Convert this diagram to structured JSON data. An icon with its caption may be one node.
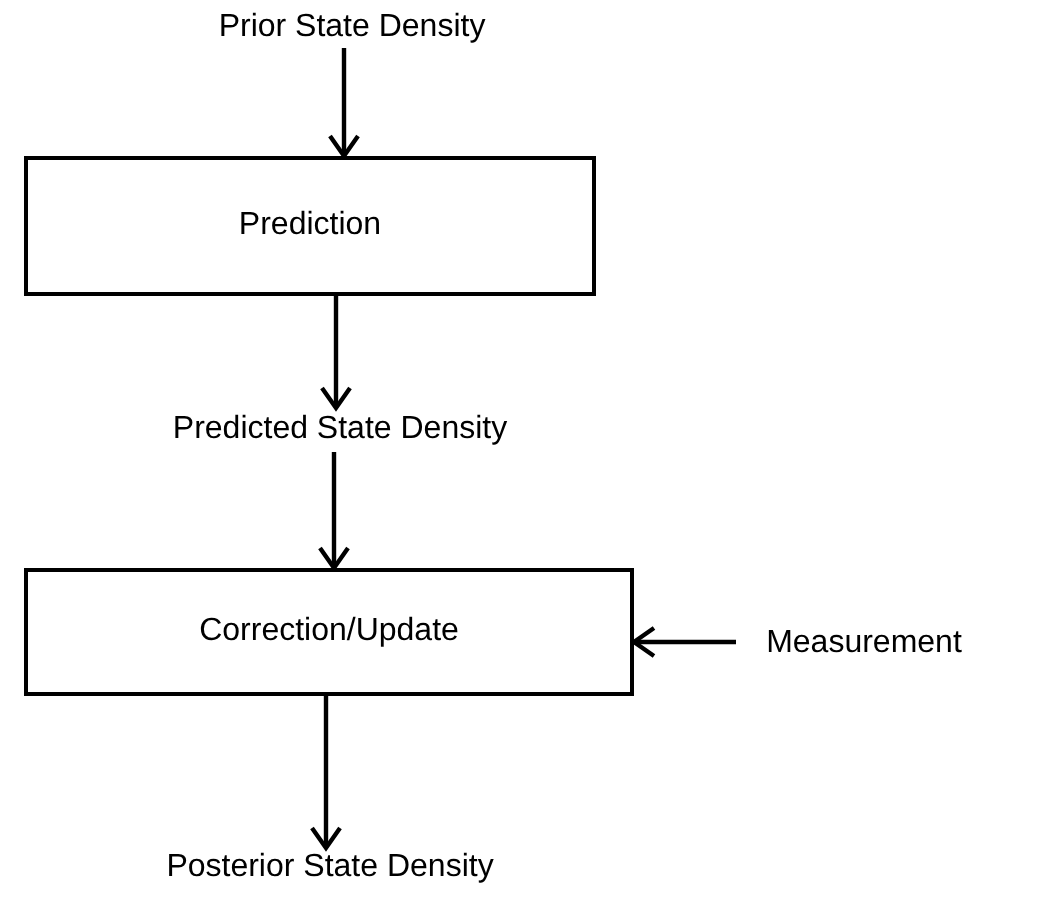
{
  "diagram": {
    "nodes": [
      {
        "text": [
          "Prior State Density"
        ]
      },
      {
        "text": [
          "Prediction"
        ]
      },
      {
        "text": [
          "Predicted State Density"
        ]
      },
      {
        "text": [
          "Correction/Update"
        ]
      },
      {
        "text": [
          "Measurement"
        ]
      },
      {
        "text": [
          "Posterior State Density"
        ]
      }
    ],
    "edges": [
      {
        "from": 0,
        "to": 1,
        "arrow": "to"
      },
      {
        "from": 1,
        "to": 2,
        "arrow": "to"
      },
      {
        "from": 2,
        "to": 3,
        "arrow": "to"
      },
      {
        "from": 4,
        "to": 3,
        "arrow": "to"
      },
      {
        "from": 3,
        "to": 5,
        "arrow": "to"
      }
    ]
  }
}
